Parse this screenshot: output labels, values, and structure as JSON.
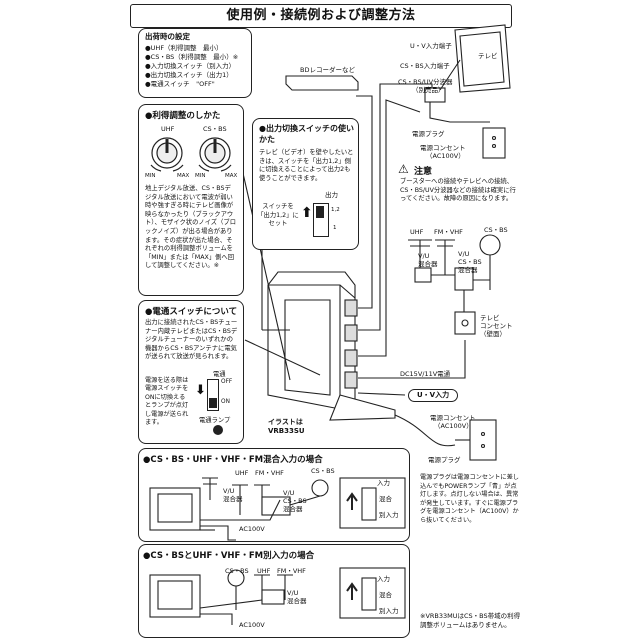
{
  "title": "使用例・接続例および調整方法",
  "factory": {
    "heading": "出荷時の設定",
    "items": [
      "●UHF（利得調整　最小）",
      "●CS・BS（利得調整　最小）※",
      "●入力切換スイッチ（別入力）",
      "●出力切換スイッチ（出力1）",
      "●電通スイッチ　\"OFF\""
    ]
  },
  "gain": {
    "heading": "●利得調整のしかた",
    "knob_uhf": "UHF",
    "knob_csbs": "CS・BS",
    "min": "MIN",
    "max": "MAX",
    "body": "地上デジタル放送、CS・BSデジタル放送において電波が弱い時や強すぎる時にテレビ画像が映らなかったり（ブラックアウト）、モザイク状のノイズ（ブロックノイズ）が出る場合があります。その症状が出た場合、それぞれの利得調整ボリュームを「MIN」または「MAX」側へ回して調整してください。※"
  },
  "output_switch": {
    "heading": "●出力切換スイッチの使いかた",
    "body": "テレビ（ビデオ）を壁やしたいときは、スイッチを「出力1,2」側に切換えることによって出力2も使うことができます。",
    "switch_note": "スイッチを「出力1,2」にセット",
    "label_out": "出力",
    "pos_12": "1,2",
    "pos_1": "1"
  },
  "power_switch": {
    "heading": "●電通スイッチについて",
    "body": "出力に接続されたCS・BSチューナー内蔵テレビまたはCS・BSデジタルチューナーのいずれかの機器からCS・BSアンテナに電気が送られて放送が見られます。",
    "note": "電源を送る際は電源スイッチをONに切換えるとランプが点灯し電源が送られます。",
    "label_power": "電通",
    "off": "OFF",
    "on": "ON",
    "lamp": "電通ランプ"
  },
  "device": {
    "illust_label": "イラストは",
    "model": "VRB33SU"
  },
  "right": {
    "uv_terminal": "U・V入力端子",
    "tv": "テレビ",
    "csbs_terminal": "CS・BS入力端子",
    "splitter": "CS・BS/UV分波器",
    "splitter2": "（別売品）",
    "bd": "BDレコーダーなど",
    "plug": "電源プラグ",
    "outlet": "電源コンセント",
    "ac100": "（AC100V）",
    "caution_head": "注意",
    "caution": "ブースターへの接続やテレビへの接続、CS・BS/UV分波器などの接続は確実に行ってください。故障の原因になります。",
    "uhf": "UHF",
    "fmvhf": "FM・VHF",
    "csbs": "CS・BS",
    "vu_mix": "V/U\n混合器",
    "vu_csbs_mix": "V/U\nCS・BS\n混合器",
    "tv_outlet": "テレビ\nコンセント\n（壁面）",
    "dc": "DC15V/11V電通",
    "uv_in": "U・V入力",
    "power_outlet": "電源コンセント",
    "power_ac": "（AC100V）",
    "plug2": "電源プラグ",
    "plug_note": "電源プラグは電源コンセントに差し込んでもPOWERランプ「青」が点灯します。点灯しない場合は、異常が発生しています。すぐに電源プラグを電源コンセント（AC100V）から抜いてください。"
  },
  "mixed": {
    "heading": "●CS・BS・UHF・VHF・FM混合入力の場合",
    "uhf": "UHF",
    "fmvhf": "FM・VHF",
    "csbs": "CS・BS",
    "vu": "V/U\n混合器",
    "vucsbs": "V/U\nCS・BS\n混合器",
    "ac": "AC100V",
    "input": "入力",
    "mix": "混合",
    "sep": "別入力"
  },
  "separate": {
    "heading": "●CS・BSとUHF・VHF・FM別入力の場合",
    "csbs": "CS・BS",
    "uhf": "UHF",
    "fmvhf": "FM・VHF",
    "vu": "V/U\n混合器",
    "ac": "AC100V",
    "input": "入力",
    "mix": "混合",
    "sep": "別入力"
  },
  "footnote": "※VRB33MUはCS・BS帯域の利得調整ボリュームはありません。"
}
